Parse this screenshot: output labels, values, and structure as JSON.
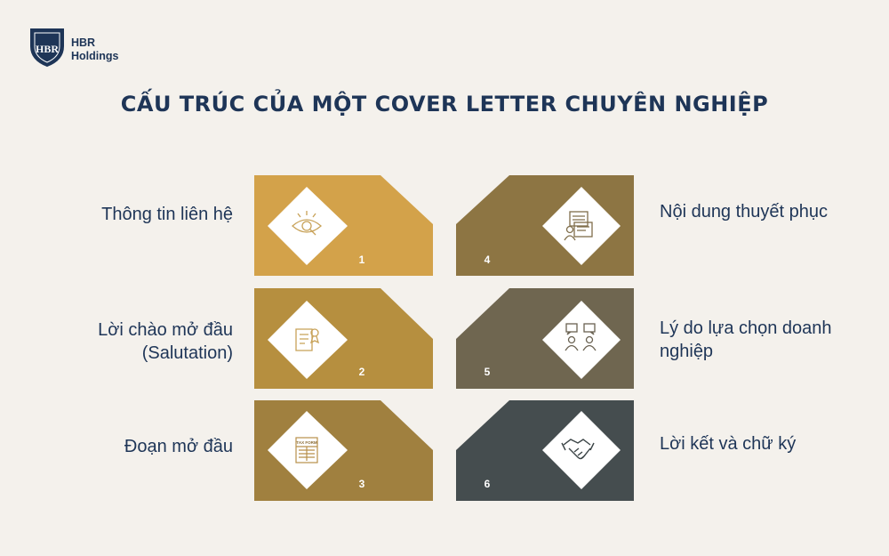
{
  "brand": {
    "name_line1": "HBR",
    "name_line2": "Holdings",
    "monogram": "HBR"
  },
  "title": "CẤU TRÚC CỦA MỘT COVER LETTER CHUYÊN NGHIỆP",
  "steps": [
    {
      "number": "1",
      "label": "Thông tin liên hệ",
      "icon": "eye-search-icon",
      "color": "#d3a24a"
    },
    {
      "number": "2",
      "label": "Lời chào mở đầu (Salutation)",
      "icon": "certificate-icon",
      "color": "#b68f3f"
    },
    {
      "number": "3",
      "label": "Đoạn mở đầu",
      "icon": "tax-form-icon",
      "color": "#a0803f"
    },
    {
      "number": "4",
      "label": "Nội dung thuyết phục",
      "icon": "documents-person-icon",
      "color": "#8d7543"
    },
    {
      "number": "5",
      "label": "Lý do lựa chọn doanh nghiệp",
      "icon": "conversation-icon",
      "color": "#6f6650"
    },
    {
      "number": "6",
      "label": "Lời kết và chữ ký",
      "icon": "handshake-icon",
      "color": "#454d4f"
    }
  ],
  "icon_text": {
    "tax_form": "TAX FORM"
  },
  "colors": {
    "background": "#f4f1ec",
    "navy": "#1e3557"
  }
}
